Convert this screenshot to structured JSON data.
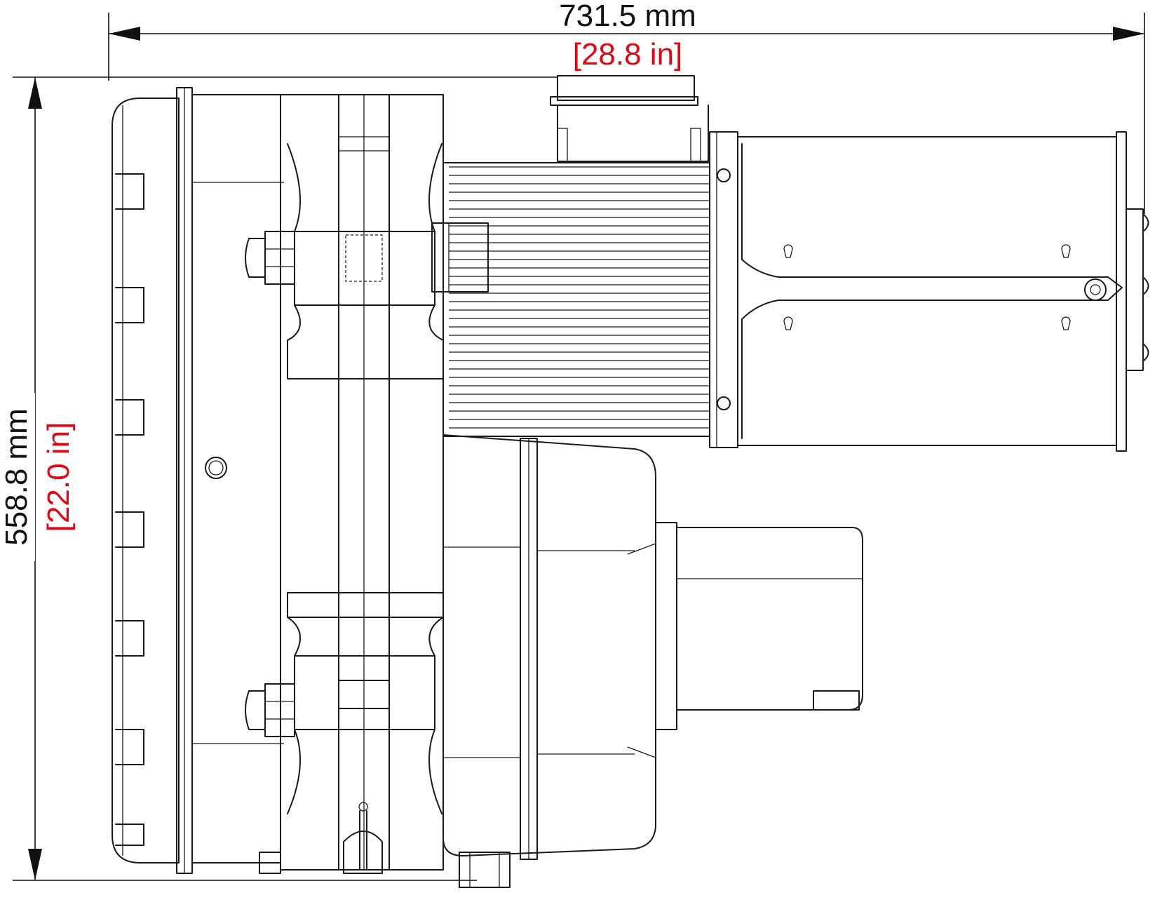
{
  "dimensions": {
    "width": {
      "metric": "731.5 mm",
      "imperial": "[28.8 in]"
    },
    "height": {
      "metric": "558.8 mm",
      "imperial": "[22.0 in]"
    }
  },
  "colors": {
    "line": "#1a1a1a",
    "imperial_text": "#e30613",
    "background": "#ffffff"
  }
}
